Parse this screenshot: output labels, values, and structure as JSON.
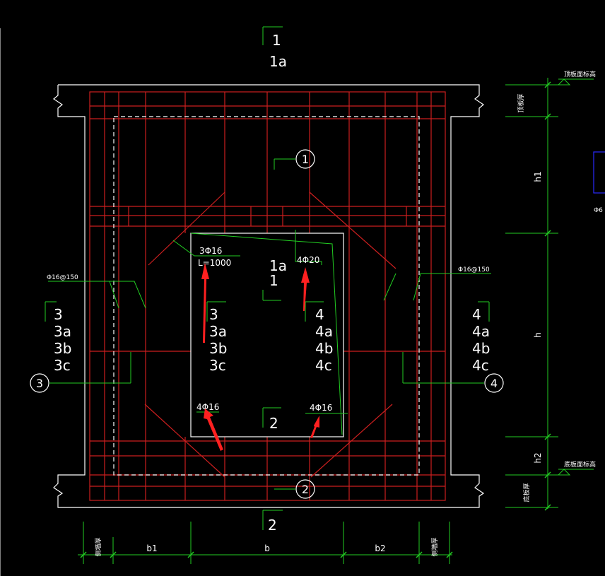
{
  "colors": {
    "background": "#000000",
    "rebar": "#cc1f1f",
    "outline": "#ffffff",
    "dim": "#22cc22",
    "leader": "#22cc22",
    "arrow": "#ff2020",
    "accent_blue": "#2a2aff"
  },
  "section_marks": {
    "top": {
      "line1": "1",
      "line2": "1a"
    },
    "bottom": "2",
    "left": [
      "3",
      "3a",
      "3b",
      "3c"
    ],
    "right": [
      "4",
      "4a",
      "4b",
      "4c"
    ],
    "center_top": [
      "1a",
      "1"
    ],
    "center_left": [
      "3",
      "3a",
      "3b",
      "3c"
    ],
    "center_right": [
      "4",
      "4a",
      "4b",
      "4c"
    ],
    "center_bottom": "2"
  },
  "bubbles": {
    "b1": "1",
    "b2": "2",
    "b3": "3",
    "b4": "4"
  },
  "labels": {
    "rebar_3phi16": "3Φ16",
    "length": "L=1000",
    "rebar_4phi20": "4Φ20",
    "rebar_4phi16_left": "4Φ16",
    "rebar_4phi16_right": "4Φ16",
    "stirrup_left": "Φ16@150",
    "stirrup_right": "Φ16@150",
    "edge_partial": "Φ6"
  },
  "dimensions": {
    "bottom": [
      "侧墙厚",
      "b1",
      "b",
      "b2",
      "侧墙厚"
    ],
    "right": [
      "顶板厚",
      "h1",
      "h",
      "h2",
      "底板厚"
    ],
    "level_top": "顶板面标高",
    "level_bottom": "底板面标高"
  }
}
